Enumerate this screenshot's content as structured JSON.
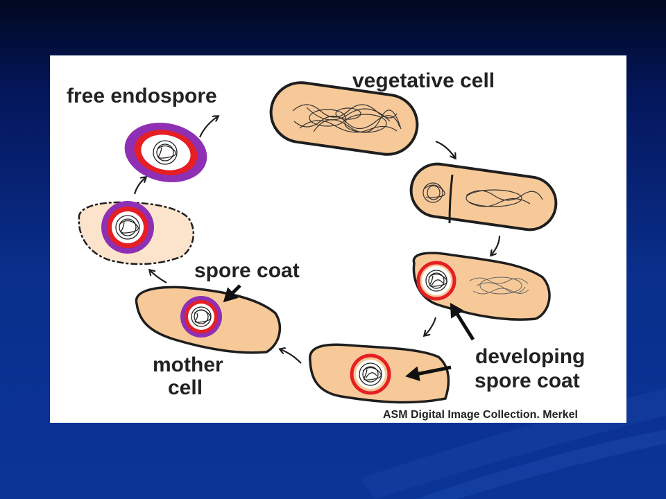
{
  "labels": {
    "vegetative_cell": "vegetative cell",
    "free_endospore": "free endospore",
    "spore_coat": "spore coat",
    "mother": "mother",
    "cell": "cell",
    "developing": "developing",
    "spore_coat_2": "spore coat",
    "credit": "ASM Digital Image Collection. Merkel"
  },
  "colors": {
    "cell_fill": "#f7c998",
    "cell_fill_light": "#fbe3cc",
    "coat_red": "#e51f24",
    "coat_purple": "#8e2fb4",
    "outline": "#1e1e1e"
  }
}
